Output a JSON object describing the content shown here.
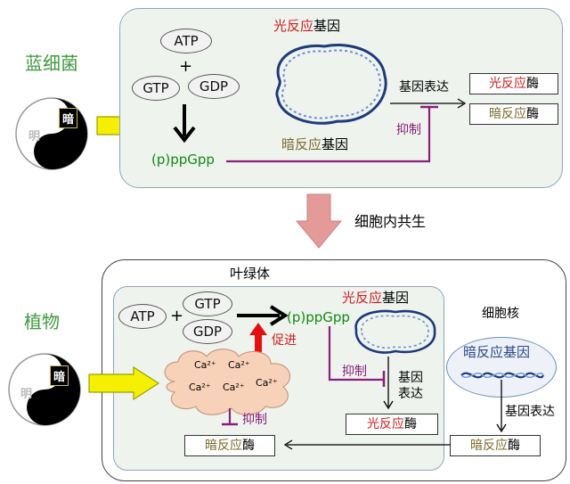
{
  "top": {
    "organism": "蓝细菌",
    "yin_dark": "暗",
    "yin_light": "明",
    "atp": "ATP",
    "plus": "+",
    "gtp": "GTP",
    "gdp": "GDP",
    "ppgpp": "(p)ppGpp",
    "light_gene_red": "光反应",
    "light_gene_black": "基因",
    "dark_gene_olive": "暗反应",
    "dark_gene_black": "基因",
    "expression": "基因表达",
    "inhibit": "抑制",
    "light_enzyme_red": "光反应",
    "light_enzyme_black": "酶",
    "dark_enzyme_olive": "暗反应",
    "dark_enzyme_black": "酶"
  },
  "middle": {
    "endosymbiosis": "细胞内共生"
  },
  "bottom": {
    "organism": "植物",
    "chloroplast": "叶绿体",
    "yin_dark": "暗",
    "yin_light": "明",
    "atp": "ATP",
    "plus": "+",
    "gtp": "GTP",
    "gdp": "GDP",
    "ppgpp": "(p)ppGpp",
    "promote": "促进",
    "ca_labels": [
      "Ca²⁺",
      "Ca²⁺",
      "Ca²⁺",
      "Ca²⁺",
      "Ca²⁺"
    ],
    "inhibit_ca": "抑制",
    "light_gene_red": "光反应",
    "light_gene_black": "基因",
    "inhibit": "抑制",
    "expression_line1": "基因",
    "expression_line2": "表达",
    "light_enzyme_red": "光反应",
    "light_enzyme_black": "酶",
    "nucleus": "细胞核",
    "dark_gene": "暗反应基因",
    "nucleus_expression": "基因表达",
    "dark_enzyme_nuc_olive": "暗反应",
    "dark_enzyme_nuc_black": "酶",
    "dark_enzyme_chl_olive": "暗反应",
    "dark_enzyme_chl_black": "酶"
  },
  "colors": {
    "green_title": "#3f9a3f",
    "ppgpp": "#118a11",
    "red": "#d11e1e",
    "olive": "#7a6a2a",
    "purple": "#8a1f7a",
    "yellow_arrow": "#f4f000",
    "pink_arrow": "#e59a9a",
    "cloud": "#f8d2b8"
  }
}
